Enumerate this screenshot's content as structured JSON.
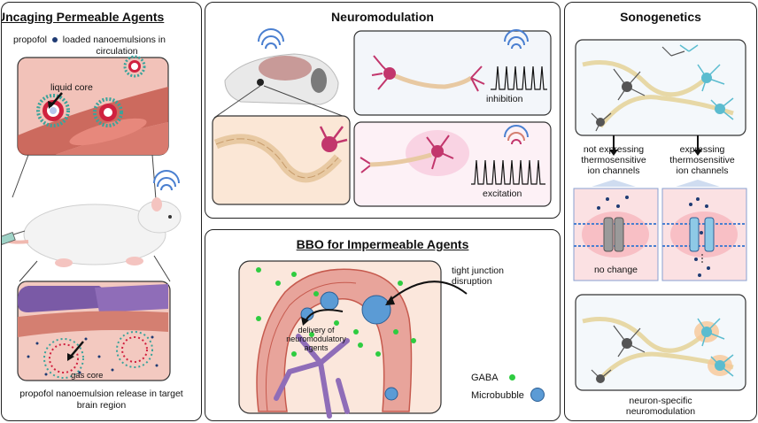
{
  "left": {
    "title": "Uncaging Permeable Agents",
    "intro_drug": "propofol",
    "intro_rest_1": "loaded nanoemulsions in",
    "intro_rest_2": "circulation",
    "liquid_core": "liquid core",
    "gas_core": "gas core",
    "caption_1": "propofol nanoemulsion release in target",
    "caption_2": "brain region"
  },
  "neuromod": {
    "title": "Neuromodulation",
    "inhibition": "inhibition",
    "excitation": "excitation"
  },
  "bbo": {
    "title": "BBO for Impermeable Agents",
    "tight_1": "tight junction",
    "tight_2": "disruption",
    "delivery_1": "delivery of",
    "delivery_2": "neuromodulatory",
    "delivery_3": "agents",
    "legend_gaba": "GABA",
    "legend_bubble": "Microbubble"
  },
  "sono": {
    "title": "Sonogenetics",
    "not_expr_1": "not expressing",
    "not_expr_2": "thermosensitive",
    "not_expr_3": "ion channels",
    "expr_1": "expressing",
    "expr_2": "thermosensitive",
    "expr_3": "ion channels",
    "no_change": "no change",
    "caption_1": "neuron-specific",
    "caption_2": "neuromodulation"
  },
  "colors": {
    "vessel": "#e8a49b",
    "vessel_dark": "#c65a4e",
    "nanodrop_red": "#d0213f",
    "nanodrop_teal": "#3aa39a",
    "neuron_magenta": "#c2366c",
    "neuron_teal": "#5bbccf",
    "neuron_gray": "#555555",
    "gaba_green": "#2ecc40",
    "microbubble_blue": "#5b9bd5",
    "ultrasound_blue": "#4a7fd0",
    "propofol_dot": "#1f3b73"
  }
}
